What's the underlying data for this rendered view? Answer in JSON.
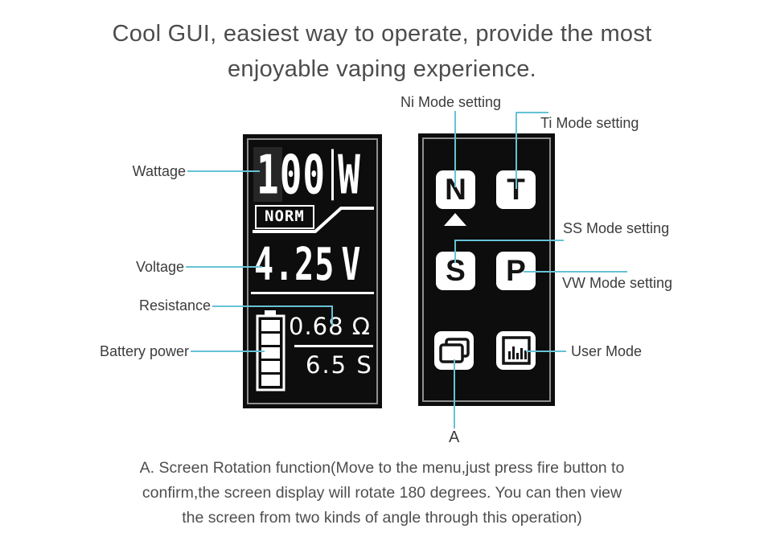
{
  "title": {
    "line1": "Cool GUI, easiest way to operate, provide the most",
    "line2": "enjoyable vaping experience."
  },
  "screen": {
    "wattage": {
      "value": "100",
      "unit": "W"
    },
    "mode": "NORM",
    "voltage": {
      "value": "4.25",
      "unit": "V"
    },
    "resistance": {
      "value": "0.68",
      "unit": "Ω"
    },
    "puff_time": {
      "value": "6.5",
      "unit": "S"
    },
    "battery": {
      "icon": "battery-icon",
      "segments": 5
    }
  },
  "callout_labels": {
    "wattage": "Wattage",
    "voltage": "Voltage",
    "resistance": "Resistance",
    "battery_power": "Battery power",
    "ni": "Ni Mode setting",
    "ti": "Ti Mode setting",
    "ss": "SS Mode setting",
    "vw": "VW Mode setting",
    "user": "User Mode",
    "rotation_marker": "A"
  },
  "buttons": [
    {
      "label": "N",
      "name": "ni-mode-button"
    },
    {
      "label": "T",
      "name": "ti-mode-button"
    },
    {
      "label": "S",
      "name": "ss-mode-button"
    },
    {
      "label": "P",
      "name": "vw-mode-button"
    },
    {
      "icon": "screen-rotation-icon",
      "name": "screen-rotation-button"
    },
    {
      "icon": "bar-chart-icon",
      "name": "user-mode-button"
    }
  ],
  "footnote": {
    "line1": "A. Screen Rotation function(Move to the menu,just press fire button to",
    "line2": "confirm,the screen display will rotate 180 degrees. You can then view",
    "line3": "the screen from two kinds of angle through this operation)"
  },
  "colors": {
    "callout_line": "#66c2d6",
    "screen_background": "#0d0d0d",
    "screen_text": "#ffffff",
    "panel_inner_border": "#8f8f8f",
    "label_text": "#3c3c3c",
    "button_background": "#ffffff",
    "button_text": "#141414"
  }
}
